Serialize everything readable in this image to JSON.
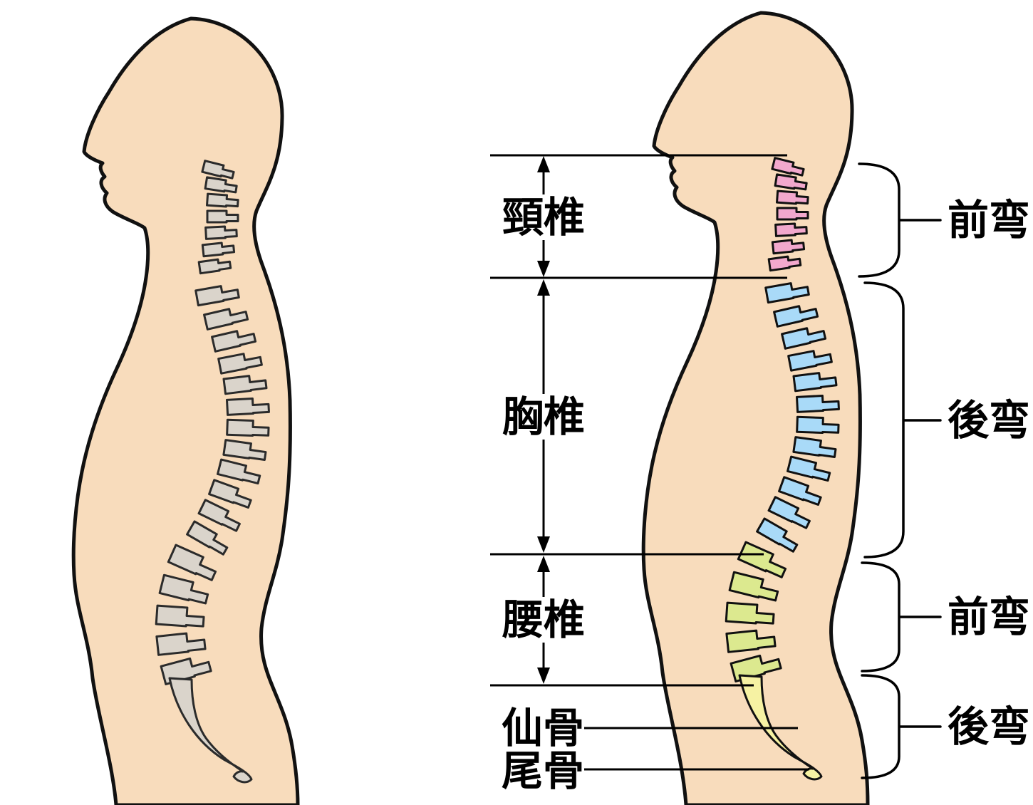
{
  "labels": {
    "cervical": "頸椎",
    "thoracic": "胸椎",
    "lumbar": "腰椎",
    "sacrum": "仙骨",
    "coccyx": "尾骨",
    "curve_cervical": "前弯",
    "curve_thoracic": "後弯",
    "curve_lumbar": "前弯",
    "curve_sacral": "後弯"
  },
  "colors": {
    "background": "#ffffff",
    "skin": "#F8DCBC",
    "outline": "#111111",
    "cervical": "#F2A8CD",
    "thoracic": "#A9DAF8",
    "lumbar": "#DCE98F",
    "sacrum": "#F6F2A3",
    "spine_plain": "#DAD4CB",
    "spine_outline": "#2b2b2b",
    "annotation": "#000000"
  }
}
